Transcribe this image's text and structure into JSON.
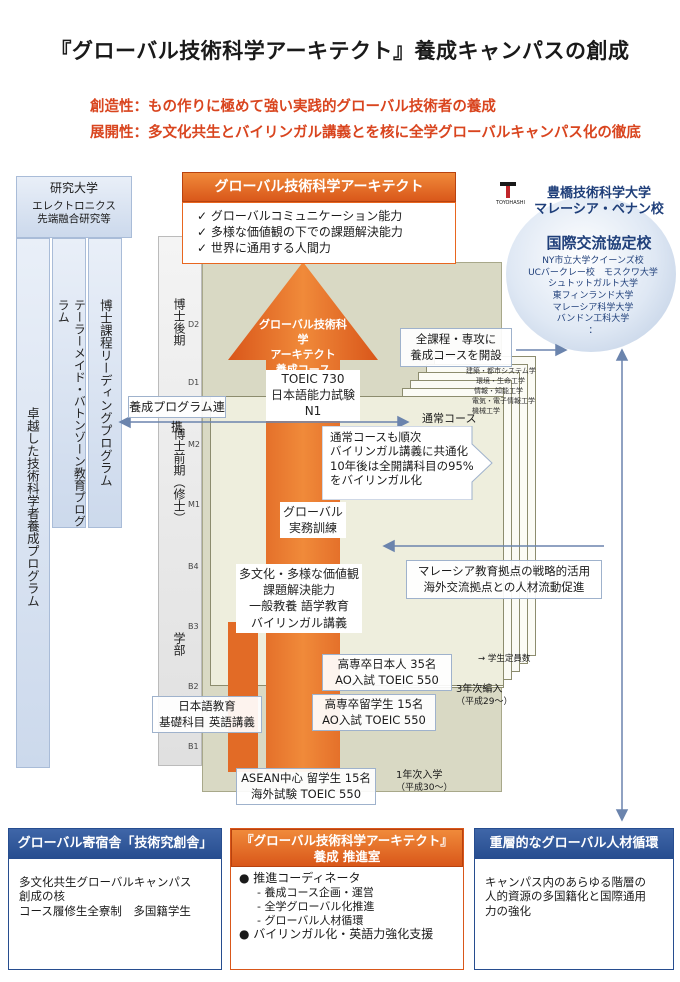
{
  "title": "『グローバル技術科学アーキテクト』養成キャンパスの創成",
  "objectives": [
    "創造性：もの作りに極めて強い実践的グローバル技術者の養成",
    "展開性：多文化共生とバイリンガル講義とを核に全学グローバルキャンパス化の徹底"
  ],
  "left_panel": {
    "header": "研究大学",
    "header_sub": [
      "エレクトロニクス",
      "先端融合研究等"
    ],
    "columns": [
      "卓越した技術科学者養成プログラム",
      "テーラーメイド・バトンゾーン教育プログラム",
      "博士課程リーディングプログラム"
    ],
    "link_label": "養成プログラム連携"
  },
  "ladder": {
    "degrees": [
      "博士後期",
      "博士前期（修士）",
      "学部"
    ],
    "levels": [
      "D2",
      "D1",
      "M2",
      "M1",
      "B4",
      "B3",
      "B2",
      "B1"
    ]
  },
  "top_box": {
    "title": "グローバル技術科学アーキテクト",
    "abilities": [
      "✓ グローバルコミュニケーション能力",
      "✓ 多様な価値観の下での課題解決能力",
      "✓ 世界に通用する人間力"
    ]
  },
  "partner": {
    "logo_text": "TOYOHASHI",
    "campus_lines": [
      "豊橋技術科学大学",
      "マレーシア・ペナン校"
    ],
    "agreement": "国際交流協定校",
    "universities": [
      "NY市立大学クイーンズ校",
      "UCバークレー校　モスクワ大学",
      "シュトットガルト大学",
      "東フィンランド大学",
      "マレーシア科学大学",
      "バンドン工科大学",
      "："
    ]
  },
  "main_arrow": {
    "course_lines": [
      "グローバル技術科学",
      "アーキテクト",
      "養成コース"
    ],
    "toeic_lines": [
      "TOEIC 730",
      "日本語能力試験 N1"
    ],
    "training_lines": [
      "グローバル",
      "実務訓練"
    ],
    "multicultural_lines": [
      "多文化・多様な価値観",
      "課題解決能力",
      "一般教養 語学教育",
      "バイリンガル講義"
    ]
  },
  "course_sheets": {
    "fields": [
      "建築・都市システム学",
      "環境・生命工学",
      "情報・知能工学",
      "電気・電子情報工学",
      "機械工学"
    ],
    "regular_label": "通常コース",
    "all_courses": [
      "全課程・専攻に",
      "養成コースを開設"
    ],
    "bilingual": [
      "通常コースも順次",
      "バイリンガル講義に共通化",
      "10年後は全開講科目の95%",
      "をバイリンガル化"
    ],
    "capacity_label": "→ 学生定員数"
  },
  "malaysia_box": [
    "マレーシア教育拠点の戦略的活用",
    "海外交流拠点との人材流動促進"
  ],
  "admissions": {
    "kosen_jp": [
      "高専卒日本人 35名",
      "AO入試 TOEIC 550"
    ],
    "kosen_intl": [
      "高専卒留学生 15名",
      "AO入試 TOEIC 550"
    ],
    "third_year": [
      "3年次編入",
      "（平成29〜）"
    ],
    "asean": [
      "ASEAN中心 留学生 15名",
      "海外試験 TOEIC 550"
    ],
    "first_year": [
      "1年次入学",
      "（平成30〜）"
    ],
    "japanese_ed": [
      "日本語教育",
      "基礎科目 英語講義"
    ]
  },
  "bottom_panels": [
    {
      "title": "グローバル寄宿舎「技術究創舎」",
      "lines": [
        "多文化共生グローバルキャンパス",
        "創成の核",
        "コース履修生全寮制　多国籍学生"
      ]
    },
    {
      "title_lines": [
        "『グローバル技術科学アーキテクト』",
        "養成 推進室"
      ],
      "lines": [
        "● 推進コーディネータ",
        "- 養成コース企画・運営",
        "- 全学グローバル化推進",
        "- グローバル人材循環",
        "● バイリンガル化・英語力強化支援"
      ]
    },
    {
      "title": "重層的なグローバル人材循環",
      "lines": [
        "キャンパス内のあらゆる階層の",
        "人的資源の多国籍化と国際通用",
        "力の強化"
      ]
    }
  ],
  "colors": {
    "orange": "#e8661f",
    "accent_red": "#d9451f",
    "blue": "#274d8f"
  }
}
